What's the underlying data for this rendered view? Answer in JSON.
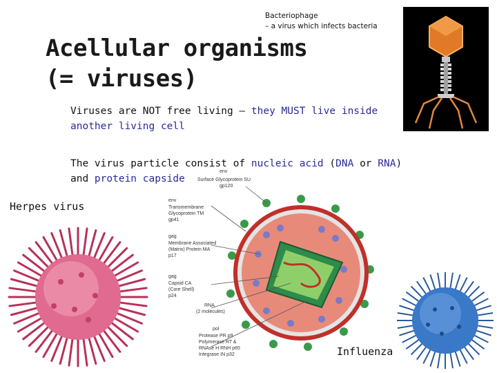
{
  "bacteriophage": {
    "title": "Bacteriophage",
    "subtitle": "– a virus which infects bacteria"
  },
  "title": {
    "line1": "Acellular organisms",
    "line2": "(= viruses)"
  },
  "paragraph1": {
    "part1": "Viruses are NOT free living – ",
    "highlight": "they MUST live inside another living cell"
  },
  "paragraph2": {
    "part1": "The virus particle consist of ",
    "hl1": "nucleic acid",
    "part2": " (",
    "hl2": "DNA",
    "part3": " or ",
    "hl3": "RNA",
    "part4": ")",
    "part5": "and ",
    "hl4": "protein capside"
  },
  "herpes_label": "Herpes virus",
  "influenza_label": "Influenza",
  "hiv_diagram": {
    "labels": {
      "env_top": "env",
      "su": "Surface Glycoprotein SU",
      "gp120": "gp120",
      "env2": "env",
      "tm": "Transmembrane",
      "tm2": "Glycoprotein TM",
      "gp41": "gp41",
      "gag1": "gag",
      "ma1": "Membrane Associated",
      "ma2": "(Matrix) Protein MA",
      "p17": "p17",
      "gag2": "gag",
      "ca1": "Capsid CA",
      "ca2": "(Core Shell)",
      "p24": "p24",
      "rna1": "RNA",
      "rna2": "(2 molecules)",
      "pol": "pol",
      "pr": "Protease PR p9",
      "rt1": "Polymerase RT &",
      "rt2": "RNAse H RNH p65",
      "in": "Integrase IN p32"
    }
  },
  "colors": {
    "highlight": "#2a2a9a",
    "herpes": "#d9557a",
    "influenza": "#3a78c8",
    "hiv_envelope": "#c0302a",
    "hiv_matrix": "#e88a7a",
    "hiv_core": "#2e8b4a"
  }
}
